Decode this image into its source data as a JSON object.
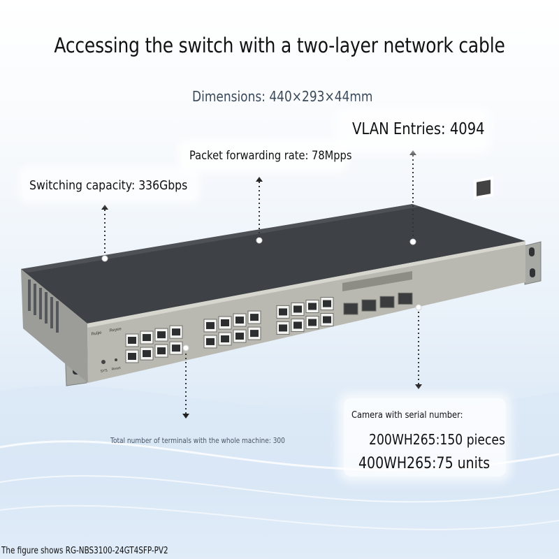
{
  "title": "Accessing the switch with a two-layer network cable",
  "specs": {
    "dimensions": "Dimensions: 440×293×44mm",
    "vlan_entries": "VLAN Entries: 4094",
    "packet_forwarding": "Packet forwarding rate: 78Mpps",
    "switching_capacity": "Switching capacity: 336Gbps",
    "total_terminals": "Total number of terminals with the whole machine: 300"
  },
  "camera": {
    "heading": "Camera with serial number:",
    "line1": "200WH265:150 pieces",
    "line2": "400WH265:75 units"
  },
  "caption": "The figure shows RG-NBS3100-24GT4SFP-PV2",
  "device": {
    "brand": "Ruijie",
    "series": "Reyee",
    "sys_label": "SYS",
    "reset_label": "Reset"
  },
  "colors": {
    "device_top": "#3d4145",
    "device_front": "#b9b8b0",
    "port_face": "#ffffff",
    "accent_blue": "#d6e6f5"
  }
}
